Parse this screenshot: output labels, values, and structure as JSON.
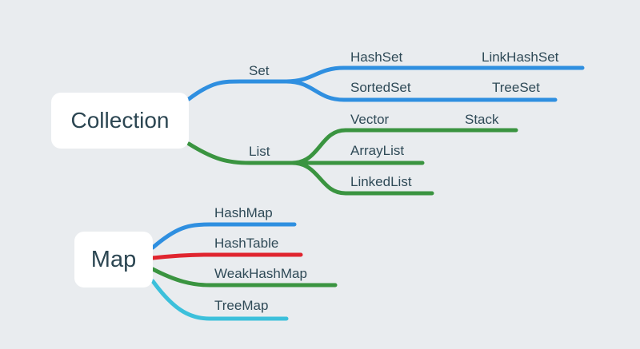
{
  "roots": {
    "collection": "Collection",
    "map": "Map"
  },
  "collection": {
    "set": {
      "label": "Set",
      "children": {
        "hashset": "HashSet",
        "linkhashset": "LinkHashSet",
        "sortedset": "SortedSet",
        "treeset": "TreeSet"
      }
    },
    "list": {
      "label": "List",
      "children": {
        "vector": "Vector",
        "stack": "Stack",
        "arraylist": "ArrayList",
        "linkedlist": "LinkedList"
      }
    }
  },
  "map": {
    "children": {
      "hashmap": "HashMap",
      "hashtable": "HashTable",
      "weakhashmap": "WeakHashMap",
      "treemap": "TreeMap"
    }
  },
  "colors": {
    "background": "#e9ecef",
    "set_branch": "#2f8fe0",
    "list_branch": "#3a9440",
    "hashtable_branch": "#e0252f",
    "treemap_branch": "#3cc0db",
    "text": "#2f4a57"
  }
}
